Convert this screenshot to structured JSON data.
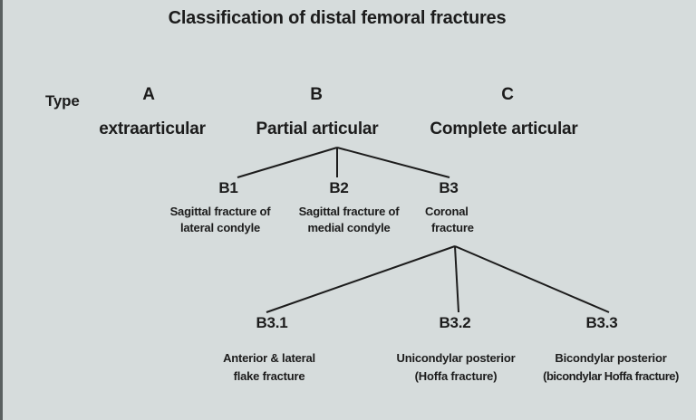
{
  "title": "Classification of distal femoral fractures",
  "type_label": "Type",
  "types": [
    {
      "code": "A",
      "name": "extraarticular"
    },
    {
      "code": "B",
      "name": "Partial articular"
    },
    {
      "code": "C",
      "name": "Complete articular"
    }
  ],
  "b_subtypes": [
    {
      "code": "B1",
      "line1": "Sagittal fracture of",
      "line2": "lateral condyle"
    },
    {
      "code": "B2",
      "line1": "Sagittal fracture of",
      "line2": "medial condyle"
    },
    {
      "code": "B3",
      "line1": "Coronal",
      "line2": "fracture"
    }
  ],
  "b3_subtypes": [
    {
      "code": "B3.1",
      "line1": "Anterior & lateral",
      "line2": "flake fracture"
    },
    {
      "code": "B3.2",
      "line1": "Unicondylar posterior",
      "line2": "(Hoffa fracture)"
    },
    {
      "code": "B3.3",
      "line1": "Bicondylar posterior",
      "line2": "(bicondylar Hoffa fracture)"
    }
  ]
}
